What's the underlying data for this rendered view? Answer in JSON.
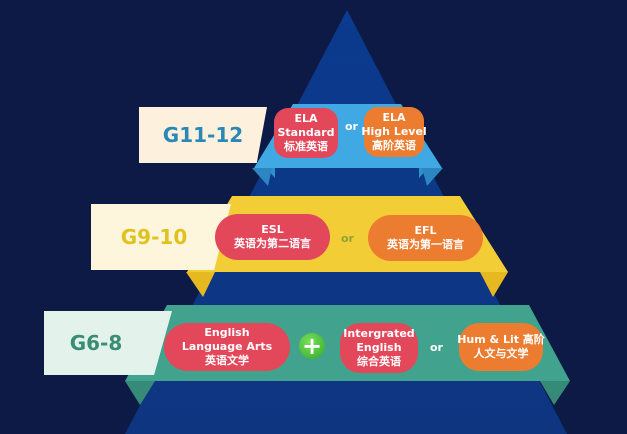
{
  "colors": {
    "background": "#0c1a45",
    "pyramid_dark": "#0a3a8c",
    "pyramid_mid": "#0d3f91",
    "tier_top_band": "#3ea7e2",
    "tier_mid_band": "#f2cc35",
    "tier_bottom_band": "#3fa08c",
    "pill_red": "#e3475a",
    "pill_orange": "#ec7d30",
    "label_top_bg": "#fdf0dc",
    "label_mid_bg": "#fdf6dc",
    "label_bottom_bg": "#e3f3ec",
    "label_top_text": "#2a88b8",
    "label_mid_text": "#e0c21f",
    "label_bottom_text": "#3b8c74"
  },
  "tiers": [
    {
      "grade": "G11-12",
      "options": [
        {
          "lines": [
            "ELA",
            "Standard",
            "标准英语"
          ],
          "color": "red"
        },
        {
          "lines": [
            "ELA",
            "High Level",
            "高阶英语"
          ],
          "color": "orange"
        }
      ],
      "connector": "or"
    },
    {
      "grade": "G9-10",
      "options": [
        {
          "lines": [
            "ESL",
            "英语为第二语言"
          ],
          "color": "red"
        },
        {
          "lines": [
            "EFL",
            "英语为第一语言"
          ],
          "color": "orange"
        }
      ],
      "connector": "or"
    },
    {
      "grade": "G6-8",
      "options": [
        {
          "lines": [
            "English",
            "Language Arts",
            "英语文学"
          ],
          "color": "red"
        },
        {
          "lines": [
            "Intergrated",
            "English",
            "综合英语"
          ],
          "color": "red"
        },
        {
          "lines": [
            "Hum & Lit 高阶",
            "人文与文学"
          ],
          "color": "orange"
        }
      ],
      "plus_icon": "+",
      "connector": "or"
    }
  ]
}
